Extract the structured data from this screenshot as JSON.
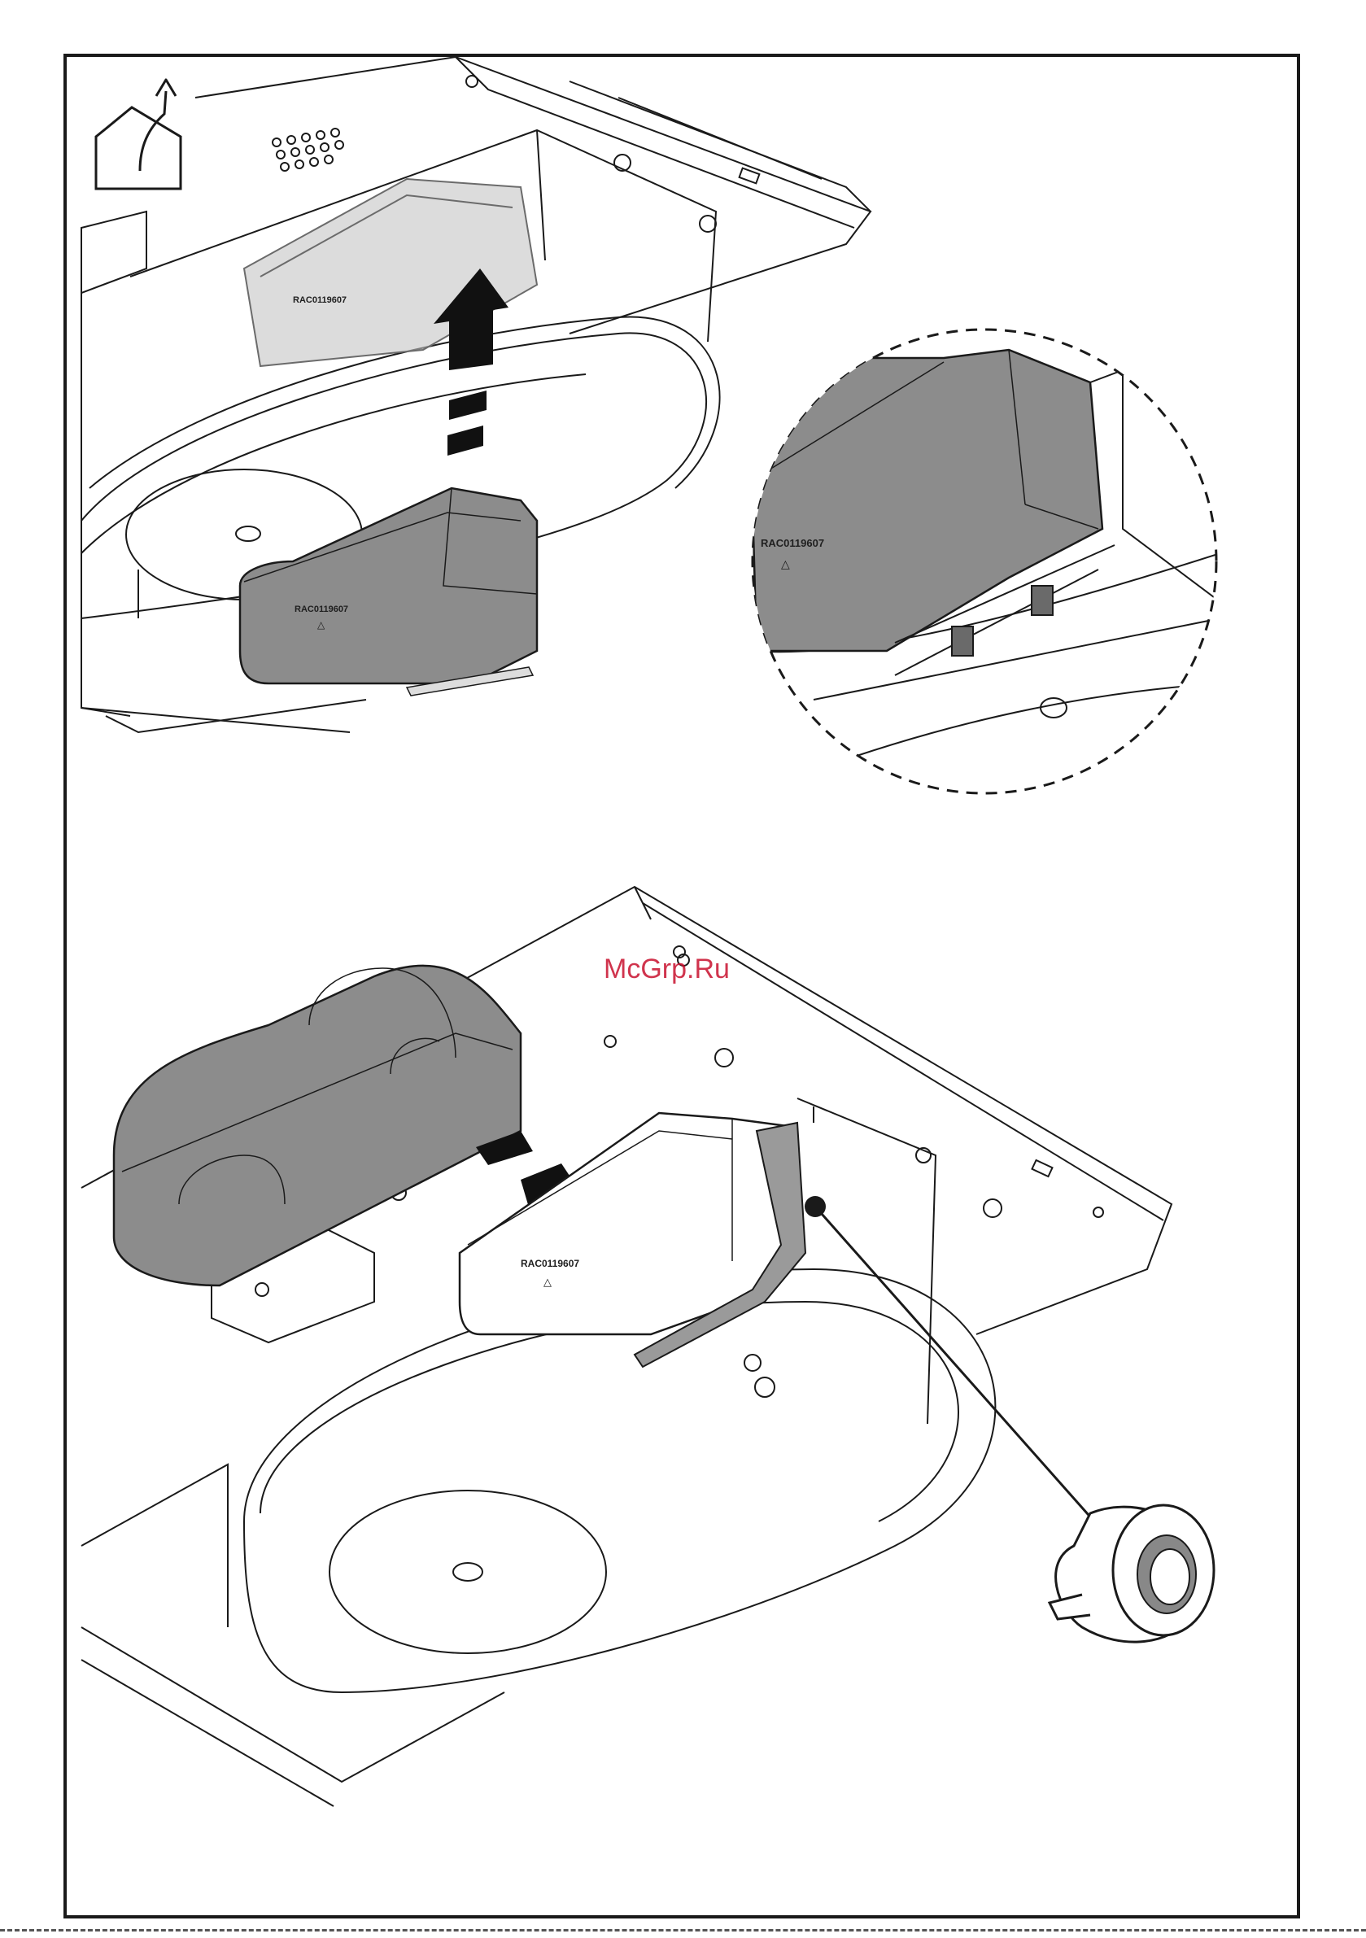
{
  "labels": {
    "part_code_top_ghost": "RAC0119607",
    "part_code_top": "RAC0119607",
    "part_code_zoom": "RAC0119607",
    "part_code_bottom": "RAC0119607"
  },
  "watermark": "McGrp.Ru",
  "colors": {
    "line": "#1a1a1a",
    "duct_fill": "#8c8c8c",
    "duct_ghost": "#c4c4c4",
    "tape_fill": "#9a9a9a",
    "watermark": "#c8102e"
  },
  "icons": [
    "house-exhaust-icon",
    "up-arrow-icon",
    "push-arrow-icon",
    "tape-roll-icon"
  ]
}
